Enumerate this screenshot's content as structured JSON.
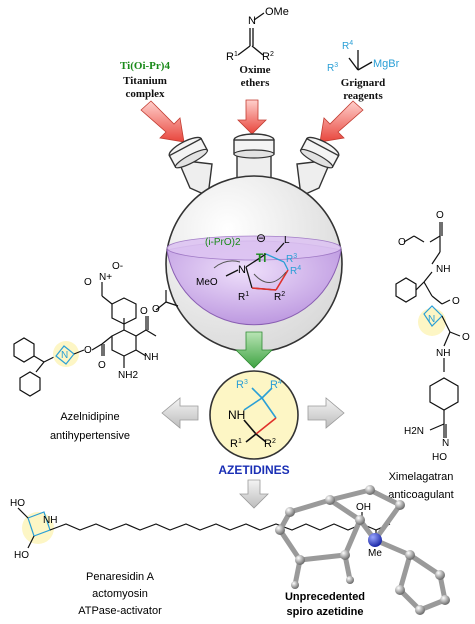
{
  "reagents": {
    "titanium_formula": "Ti(Oi-Pr)4",
    "titanium_label_line1": "Titanium",
    "titanium_label_line2": "complex",
    "oxime_formula": "N–OMe",
    "oxime_sub": "R1  R2",
    "oxime_label_line1": "Oxime",
    "oxime_label_line2": "ethers",
    "grignard_formula": "R3  MgBr",
    "grignard_r4": "R4",
    "grignard_label_line1": "Grignard",
    "grignard_label_line2": "reagents"
  },
  "flask": {
    "ligand_text": "(i-PrO)2",
    "metal": "Ti",
    "charge": "⊖",
    "ligand_l": "L",
    "meo": "MeO",
    "n": "N",
    "r1": "R1",
    "r2": "R2",
    "r3": "R3",
    "r4": "R4"
  },
  "center": {
    "nh": "NH",
    "r1": "R1",
    "r2": "R2",
    "r3": "R3",
    "r4": "R4",
    "title": "AZETIDINES"
  },
  "azelnidipine": {
    "name": "Azelnidipine",
    "activity": "antihypertensive",
    "atoms": [
      "N",
      "O",
      "O",
      "O",
      "O",
      "O",
      "N",
      "NH",
      "NH2",
      "N+",
      "O-"
    ]
  },
  "ximelagatran": {
    "name": "Ximelagatran",
    "activity": "anticoagulant",
    "atoms": [
      "O",
      "O",
      "NH",
      "N",
      "O",
      "NH",
      "H2N",
      "N",
      "HO",
      "O"
    ]
  },
  "penaresidin": {
    "name": "Penaresidin A",
    "activity_line1": "actomyosin",
    "activity_line2": "ATPase-activator",
    "atoms": [
      "NH",
      "HO",
      "HO",
      "OH",
      "Me"
    ]
  },
  "spiro": {
    "line1": "Unprecedented",
    "line2": "spiro azetidine"
  },
  "colors": {
    "green_text": "#1a8a1a",
    "blue_text": "#2a9fd6",
    "title_blue": "#1a2fb5",
    "flask_liquid": "#c9a3e6",
    "highlight": "#fdf6c5",
    "red_arrow": "#e8453c",
    "green_arrow": "#4caf50",
    "gray_arrow": "#c8c8c8"
  }
}
